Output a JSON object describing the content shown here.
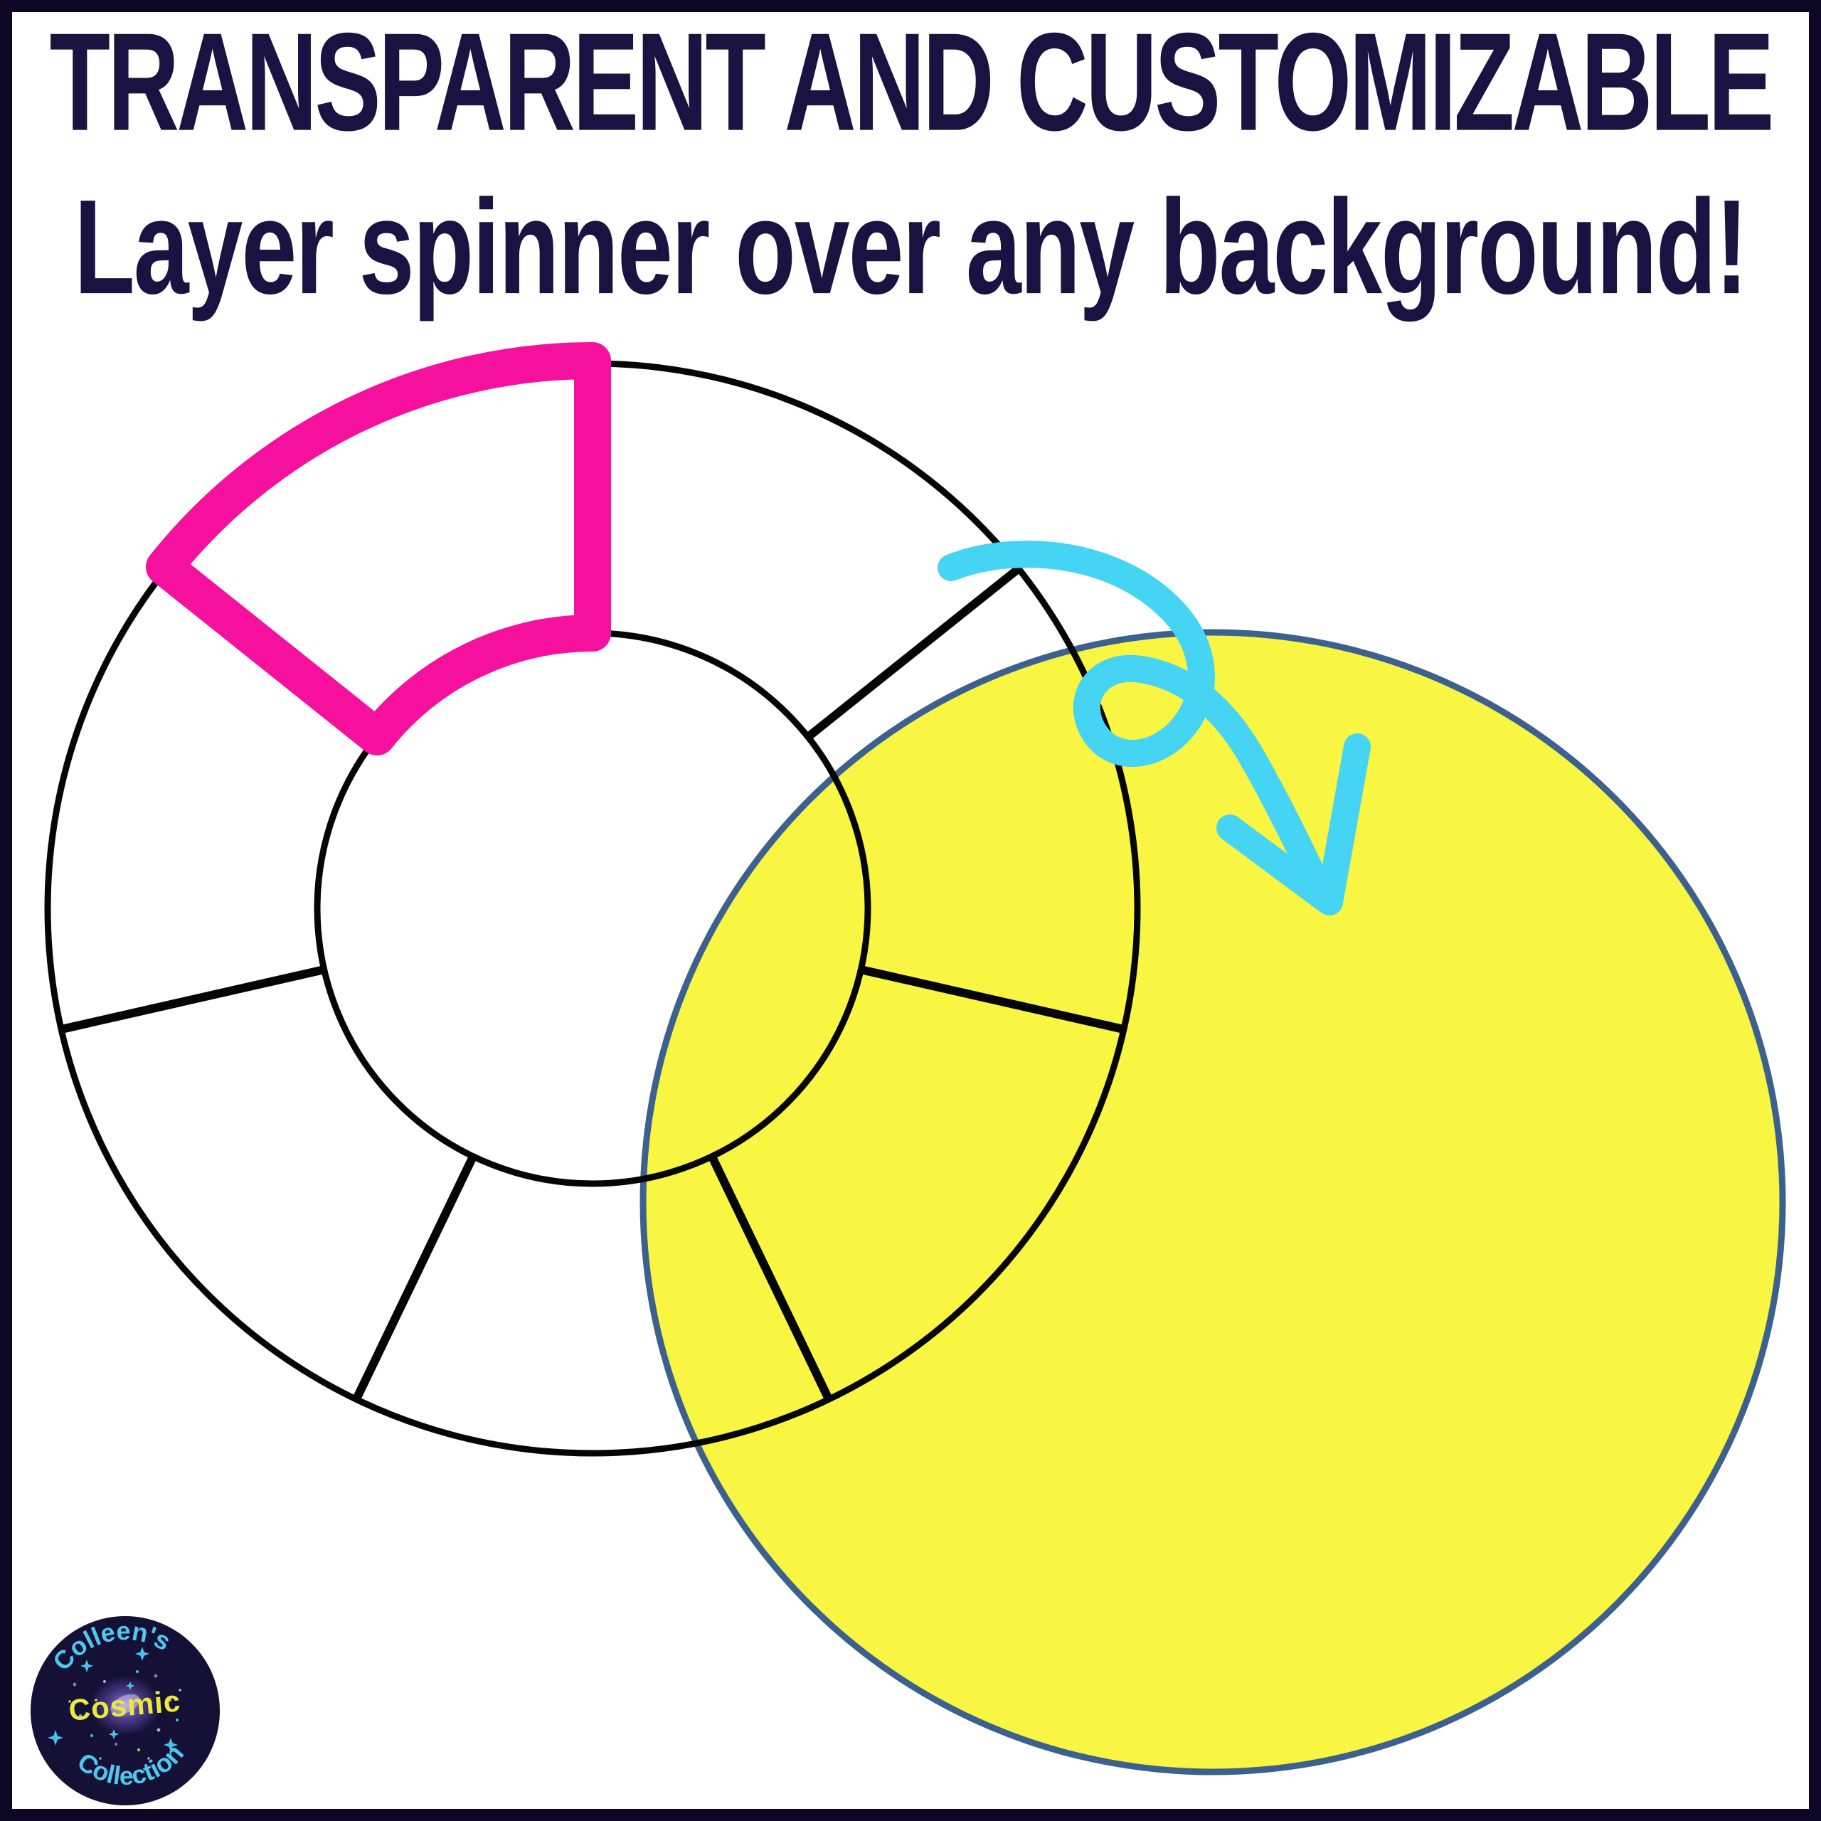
{
  "header": {
    "title": "TRANSPARENT AND CUSTOMIZABLE",
    "subtitle": "Layer spinner over any background!"
  },
  "spinner": {
    "segment_count": 7,
    "highlighted_segment_count": 1,
    "highlighted_segment_position": "top-left",
    "style": "blank transparent wheel outline"
  },
  "colors": {
    "frame": "#0D0725",
    "headline_text": "#1A1240",
    "wheel_lines": "#050505",
    "highlight": "#F5109E",
    "arrow": "#45D4F3",
    "circle_fill": "#F8F543",
    "circle_border": "#3D618F",
    "logo_background": "#151036",
    "logo_text_cyan": "#4FC8EE",
    "logo_text_yellow": "#E9E93E"
  },
  "logo": {
    "top": "Colleen's",
    "middle": "Cosmic",
    "bottom": "Collection"
  }
}
